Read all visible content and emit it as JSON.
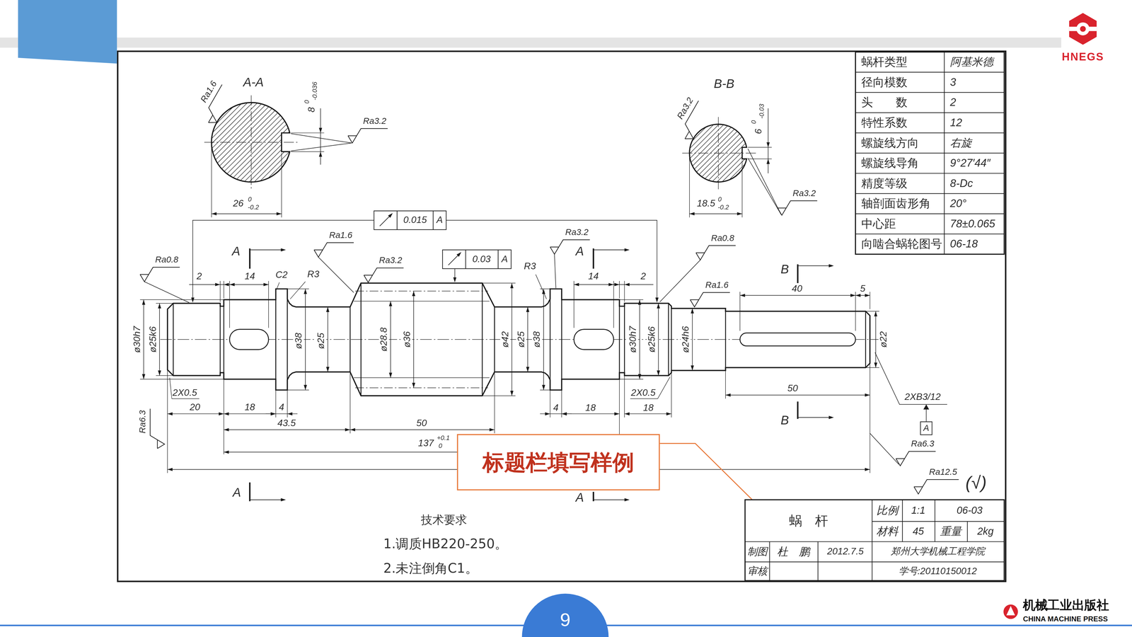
{
  "diagram": {
    "nodes": [
      {
        "text": [
          "蜗杆类型",
          "阿基米德",
          "径向模数",
          "3",
          "头　　数",
          "2",
          "特性系数",
          "12",
          "螺旋线方向",
          "右旋",
          "螺旋线导角",
          "9°27′44″",
          "精度等级",
          "8-Dc",
          "轴剖面齿形角",
          "20°",
          "中心距",
          "78±0.065",
          "向啮合蜗轮图号",
          "06-18"
        ]
      },
      {
        "text": [
          "标题栏填写样例"
        ]
      },
      {
        "text": [
          "蜗　杆",
          "比例",
          "1:1",
          "06-03",
          "材料",
          "45",
          "重量",
          "2kg",
          "制图",
          "杜　鹏",
          "2012.7.5",
          "郑州大学机械工程学院",
          "审核",
          "学号:20110150012"
        ]
      },
      {
        "text": [
          "9"
        ]
      }
    ],
    "edges": [
      {
        "from": 1,
        "to": 2,
        "arrow": "none"
      }
    ],
    "labels": [
      "HNEGS",
      "A-A",
      "Ra1.6",
      "8",
      "0",
      "-0.036",
      "Ra3.2",
      "26",
      "0",
      "-0.2",
      "B-B",
      "Ra3.2",
      "6",
      "0",
      "-0.03",
      "Ra3.2",
      "18.5",
      "0",
      "-0.2",
      "0.015",
      "A",
      "Ra1.6",
      "A",
      "Ra3.2",
      "0.03",
      "A",
      "Ra3.2",
      "A",
      "Ra0.8",
      "Ra0.8",
      "2",
      "14",
      "C2",
      "R3",
      "R3",
      "14",
      "2",
      "Ra1.6",
      "B",
      "40",
      "5",
      "ø30h7",
      "ø25k6",
      "ø38",
      "ø25",
      "ø28.8",
      "ø36",
      "ø42",
      "ø25",
      "ø38",
      "ø30h7",
      "ø25k6",
      "ø24h6",
      "ø22",
      "Ra6.3",
      "2X0.5",
      "20",
      "18",
      "4",
      "43.5",
      "50",
      "137",
      "+0.1",
      "0",
      "2X0.5",
      "4",
      "18",
      "18",
      "50",
      "2XB3/12",
      "A",
      "Ra6.3",
      "B",
      "A",
      "A",
      "Ra12.5",
      "(√)",
      "技术要求",
      "1.调质HB220-250。",
      "2.未注倒角C1。",
      "机械工业出版社",
      "CHINA MACHINE PRESS"
    ]
  }
}
